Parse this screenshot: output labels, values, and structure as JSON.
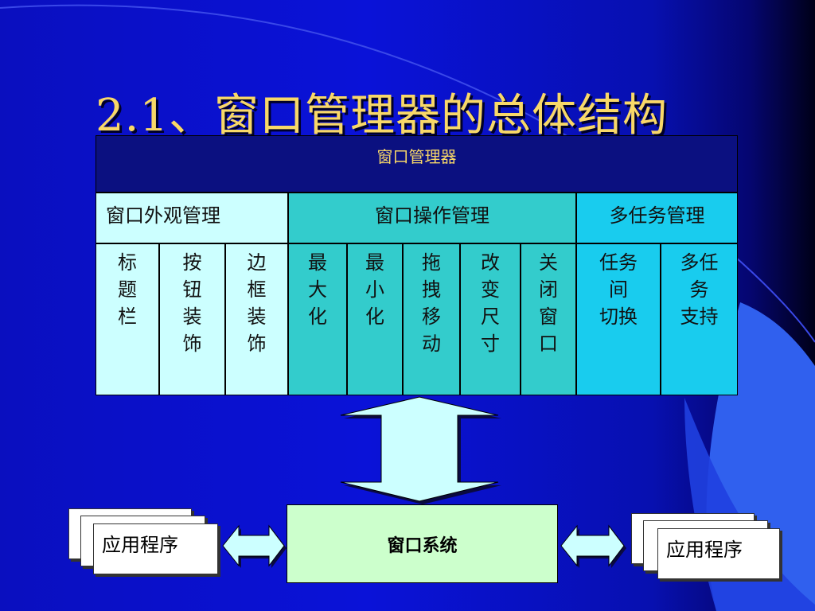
{
  "slide": {
    "title": "2.1、窗口管理器的总体结构"
  },
  "diagram": {
    "root": "窗口管理器",
    "sections": [
      {
        "label": "窗口外观管理",
        "children": [
          "标题栏",
          "按钮装饰",
          "边框装饰"
        ]
      },
      {
        "label": "窗口操作管理",
        "children": [
          "最大化",
          "最小化",
          "拖拽移动",
          "改变尺寸",
          "关闭窗口"
        ]
      },
      {
        "label": "多任务管理",
        "children": [
          "任务间切换",
          "多任务支持"
        ]
      }
    ],
    "system": "窗口系统",
    "apps": [
      "应用程序",
      "应用程序"
    ]
  },
  "colors": {
    "title": "#f8d868",
    "root_bg": "#0b1080",
    "appearance_bg": "#ccffff",
    "operation_bg": "#33cccc",
    "multitask_bg": "#19ccee",
    "system_bg": "#ccffcc",
    "arrow_fill": "#ccffff"
  }
}
